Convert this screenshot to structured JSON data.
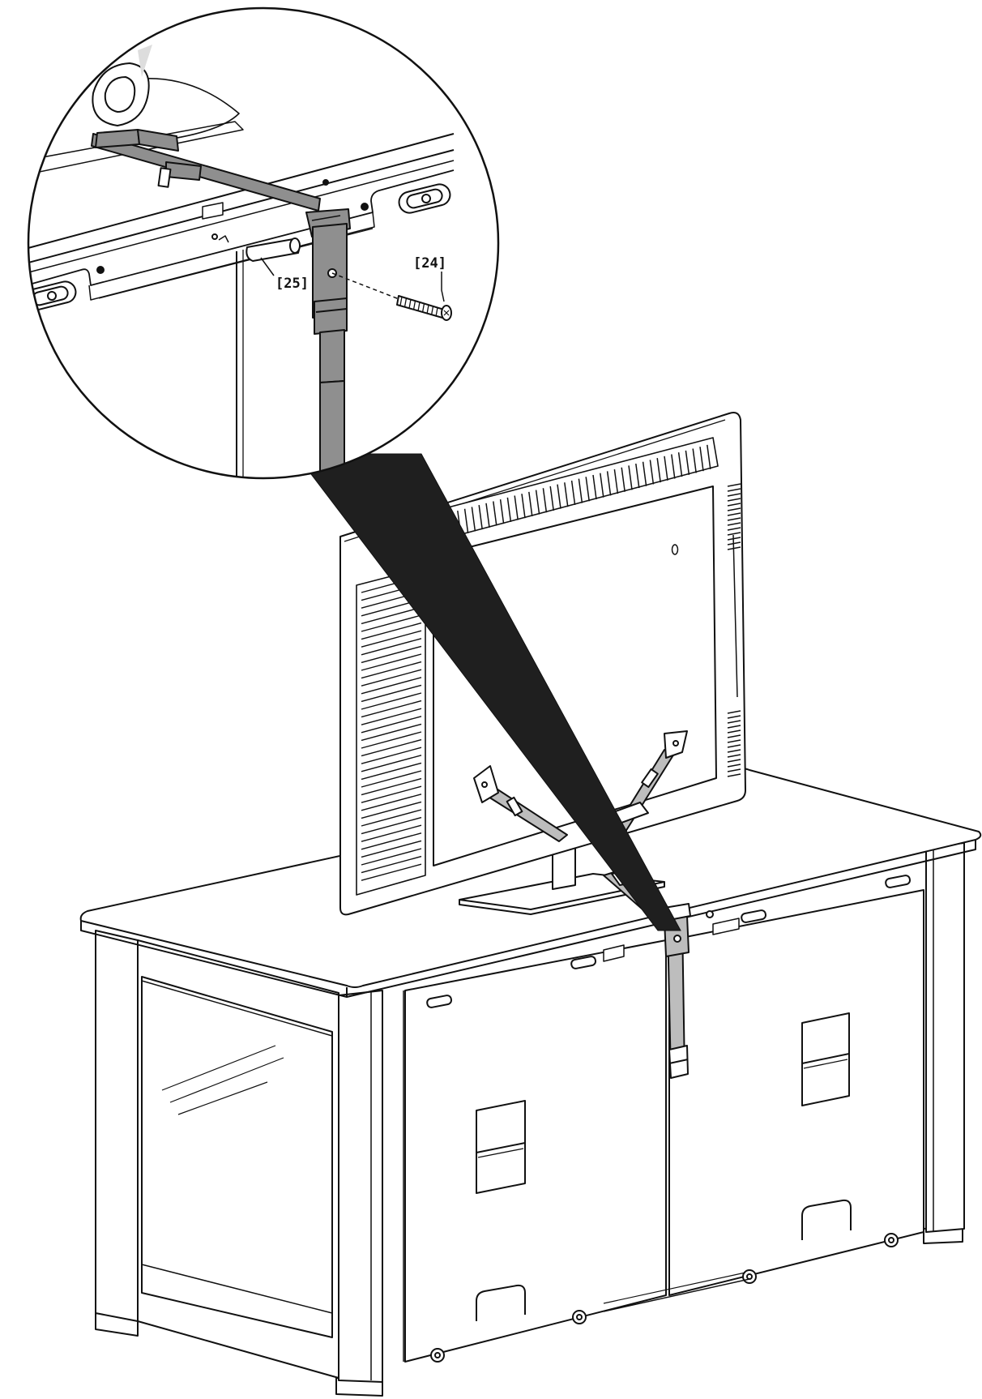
{
  "callouts": [
    {
      "id": "screw",
      "label": "[24]"
    },
    {
      "id": "spacer",
      "label": "[25]"
    }
  ],
  "colors": {
    "line": "#111111",
    "fill": "#ffffff",
    "strap": "#8f8f8f",
    "beam": "#1f1f1f"
  }
}
